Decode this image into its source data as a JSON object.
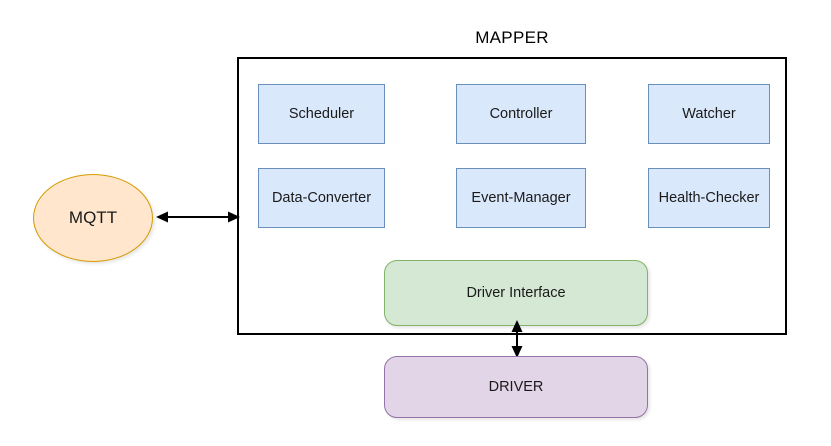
{
  "diagram": {
    "title": "MAPPER",
    "external_node": {
      "label": "MQTT",
      "shape": "ellipse",
      "fill": "#ffe6cc",
      "stroke": "#d79b00"
    },
    "container": {
      "label": "MAPPER",
      "stroke": "#000000",
      "fill": "none"
    },
    "components": [
      {
        "label": "Scheduler",
        "fill": "#dae8fc",
        "stroke": "#6c8ebf"
      },
      {
        "label": "Controller",
        "fill": "#dae8fc",
        "stroke": "#6c8ebf"
      },
      {
        "label": "Watcher",
        "fill": "#dae8fc",
        "stroke": "#6c8ebf"
      },
      {
        "label": "Data-Converter",
        "fill": "#dae8fc",
        "stroke": "#6c8ebf"
      },
      {
        "label": "Event-Manager",
        "fill": "#dae8fc",
        "stroke": "#6c8ebf"
      },
      {
        "label": "Health-Checker",
        "fill": "#dae8fc",
        "stroke": "#6c8ebf"
      }
    ],
    "driver_interface": {
      "label": "Driver Interface",
      "fill": "#d5e8d4",
      "stroke": "#82b366"
    },
    "driver": {
      "label": "DRIVER",
      "fill": "#e1d5e7",
      "stroke": "#9673a6"
    },
    "connections": [
      {
        "name": "mqtt-to-mapper",
        "from": "MQTT",
        "to": "MAPPER",
        "style": "double-arrow",
        "orientation": "horizontal"
      },
      {
        "name": "driver-interface-to-driver",
        "from": "Driver Interface",
        "to": "DRIVER",
        "style": "double-arrow",
        "orientation": "vertical"
      }
    ]
  }
}
